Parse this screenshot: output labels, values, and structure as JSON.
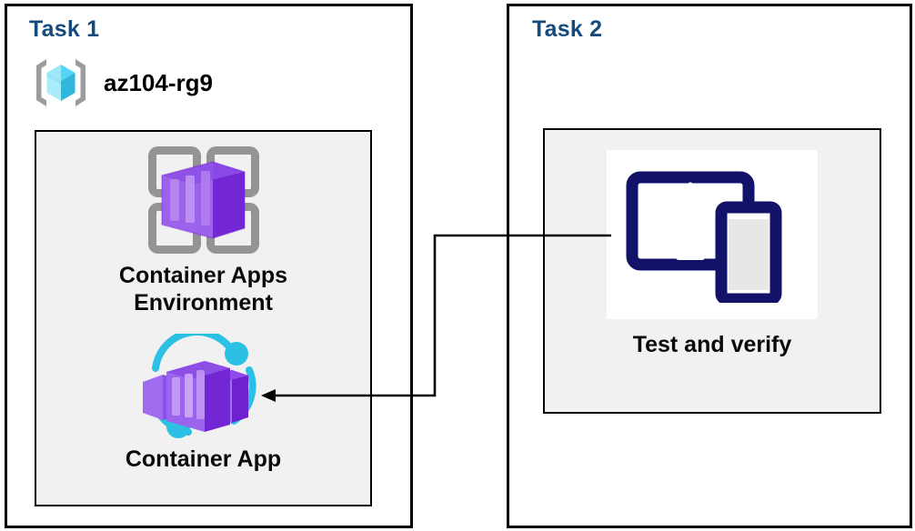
{
  "diagram": {
    "title_color": "#144a7c",
    "background": "#ffffff",
    "panel_fill": "#f1f1f1",
    "border_color": "#000000"
  },
  "task1": {
    "title": "Task 1",
    "resource_group": {
      "icon": "resource-group-cube-icon",
      "label": "az104-rg9"
    },
    "items": [
      {
        "icon": "container-apps-environment-icon",
        "label": "Container Apps\nEnvironment"
      },
      {
        "icon": "container-app-icon",
        "label": "Container App"
      }
    ]
  },
  "task2": {
    "title": "Task 2",
    "items": [
      {
        "icon": "test-and-verify-devices-icon",
        "label": "Test and verify"
      }
    ]
  },
  "connector": {
    "name": "test-to-container-app-arrow",
    "direction": "from Test and verify to Container App",
    "stroke": "#000000"
  }
}
